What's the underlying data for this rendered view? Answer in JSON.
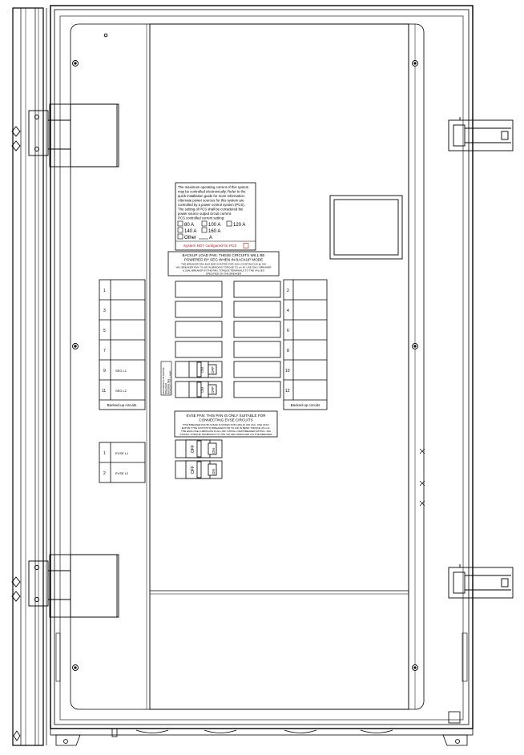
{
  "pcs_label": {
    "lines": [
      "The maximum operating current of this system",
      "may be controlled electronically. Refer to the",
      "quick installation guide for more information.",
      "Alternate power sources for this system are",
      "controlled by a power control system (PCS).",
      "The setting of PCS shall be considered the",
      "power source output circuit current.",
      "PCS controlled current setting:"
    ],
    "options": [
      "80 A",
      "100 A",
      "120 A",
      "140 A",
      "160 A"
    ],
    "other_prefix": "Other",
    "other_suffix": "A",
    "not_configured": "System NOT configured for PCS"
  },
  "backup_label": {
    "lines": [
      "BACKUP LOAD PAN: THESE CIRCUITS WILL BE",
      "POWERED BY SEG WHEN IN BACKUP MODE",
      "THE BREAKER PAN BUS BAR IS RATED FOR 100 A CONTINUOUS @ 240",
      "VAC BREAKER PAN TO AID IN BENDING TORQUE TO x/x IN. USE ONLY BREAKER",
      "& 20AL BREAKER IN THE PAN. TORQUE TERMINALS TO THE VALUES",
      "SPECIFIED ON THE BREAKER"
    ]
  },
  "evse_label": {
    "lines": [
      "EVSE PAN: THIS PAN IS ONLY SUITABLE FOR",
      "CONNECTING EVSE CIRCUITS",
      "THIS BREAKER PAN BUS BAR IS RATED FOR 120A @ 240 VAC. USE ONLY",
      "EATON TYPE CH/HT/CHQ BREAKER FOR TO AID IN BEND TORQUE 25 in-lb.",
      "THE ENCLOSE LUBRICATE IN ALL AIR. INSTALL PER BREAKER RATING. 20A",
      "INSTALL TORQUE TERMINALS TO THE VALUES SPECIFIED ON THE BREAKER"
    ]
  },
  "left_circuits": [
    "1",
    "3",
    "5",
    "7",
    "9",
    "11"
  ],
  "left_circuit_tags": [
    "",
    "",
    "",
    "",
    "SEG L1",
    "SEG L2"
  ],
  "left_caption": "Backed-up circuits",
  "right_circuits": [
    "2",
    "4",
    "6",
    "8",
    "10",
    "12"
  ],
  "right_caption": "Backed-up circuits",
  "evse_circuits": [
    "1",
    "2"
  ],
  "evse_tags": [
    "EVSE L1",
    "EVSE L2"
  ],
  "breaker_text": "ON",
  "breaker_text_off": "OFF",
  "side_note": [
    "REFERENCE INTERNAL",
    "BREAKER",
    "RATINGS 60A",
    "CONDUCTOR 6 AWG"
  ]
}
